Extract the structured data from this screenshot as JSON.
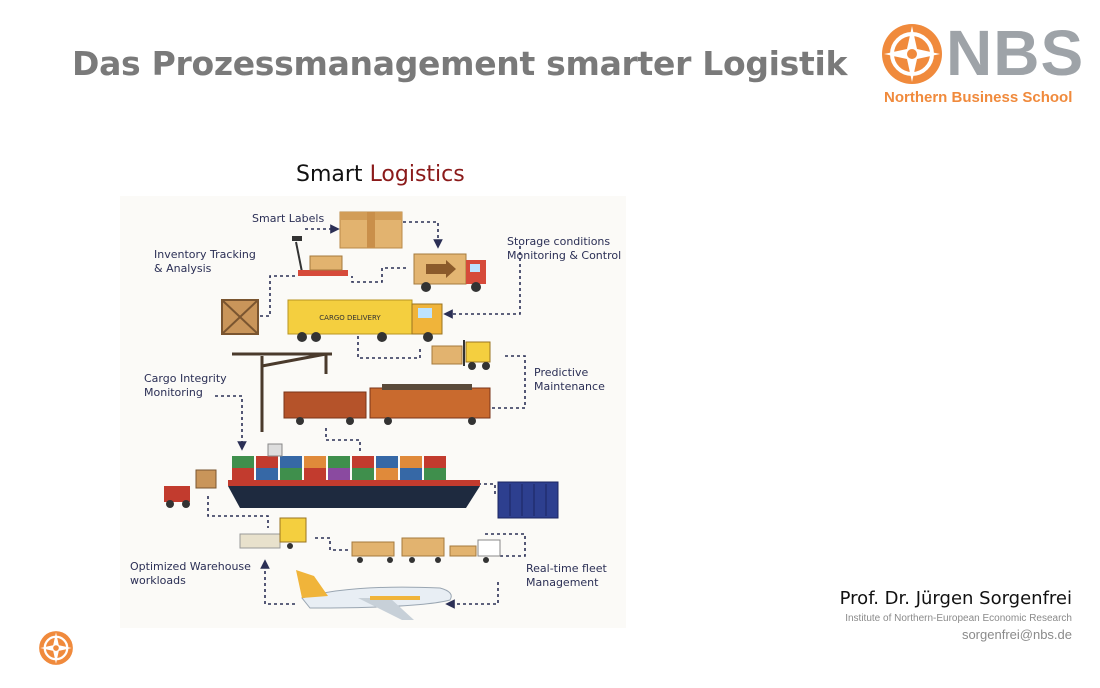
{
  "slide": {
    "title": "Das Prozessmanagement smarter Logistik"
  },
  "logo": {
    "abbr": "NBS",
    "name": "Northern Business School",
    "icon": "compass-icon",
    "accent_color": "#f08a3c",
    "text_color": "#9ea3a8"
  },
  "illustration": {
    "title_part1": "Smart",
    "title_part2": "Logistics",
    "title_accent_color": "#8b1a1a",
    "labels": {
      "smart_labels": "Smart Labels",
      "inventory_1": "Inventory Tracking",
      "inventory_2": "& Analysis",
      "storage_1": "Storage conditions",
      "storage_2": "Monitoring & Control",
      "cargo_integrity_1": "Cargo Integrity",
      "cargo_integrity_2": "Monitoring",
      "predictive_1": "Predictive",
      "predictive_2": "Maintenance",
      "warehouse_1": "Optimized Warehouse",
      "warehouse_2": "workloads",
      "fleet_1": "Real-time fleet",
      "fleet_2": "Management"
    },
    "truck_text": "CARGO DELIVERY"
  },
  "author": {
    "name": "Prof. Dr. Jürgen Sorgenfrei",
    "institute": "Institute of Northern-European Economic Research",
    "email": "sorgenfrei@nbs.de"
  }
}
